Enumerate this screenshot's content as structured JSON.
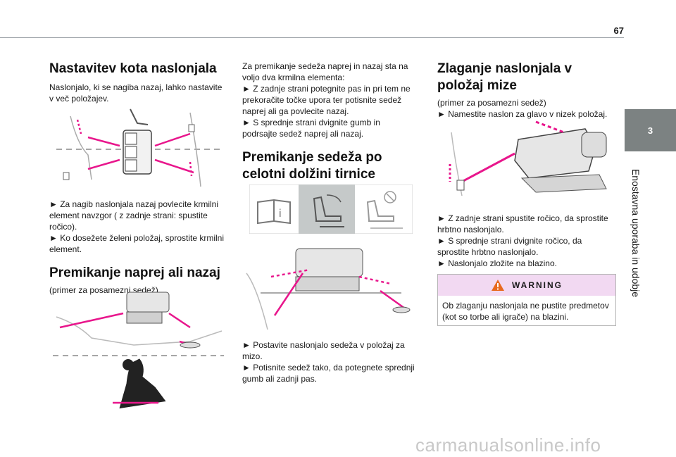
{
  "page_number": "67",
  "side_tab": {
    "number": "3",
    "label": "Enostavna uporaba in udobje"
  },
  "col1": {
    "heading1": "Nastavitev kota naslonjala",
    "intro": "Naslonjalo, ki se nagiba nazaj, lahko nastavite v več položajev.",
    "steps": [
      "► Za nagib naslonjala nazaj povlecite krmilni element navzgor ( z zadnje strani: spustite ročico).",
      "► Ko dosežete želeni položaj, sprostite krmilni element."
    ],
    "heading2": "Premikanje naprej ali nazaj",
    "note": "(primer za posamezni sedež)"
  },
  "col2": {
    "intro_lines": [
      "Za premikanje sedeža naprej in nazaj sta na voljo dva krmilna elementa:",
      "► Z zadnje strani potegnite pas in pri tem ne prekoračite točke upora ter potisnite sedež naprej ali ga povlecite nazaj.",
      "► S sprednje strani dvignite gumb in podrsajte sedež naprej ali nazaj."
    ],
    "heading": "Premikanje sedeža po celotni dolžini tirnice",
    "steps": [
      "► Postavite naslonjalo sedeža v položaj za mizo.",
      "► Potisnite sedež tako, da potegnete sprednji gumb ali zadnji pas."
    ]
  },
  "col3": {
    "heading": "Zlaganje naslonjala v položaj mize",
    "note": "(primer za posamezni sedež)",
    "step0": "► Namestite naslon za glavo v nizek položaj.",
    "steps": [
      "► Z zadnje strani spustite ročico, da sprostite hrbtno naslonjalo.",
      "► S sprednje strani dvignite ročico, da sprostite hrbtno naslonjalo.",
      "► Naslonjalo zložite na blazino."
    ],
    "warning_title": "WARNING",
    "warning_text": "Ob zlaganju naslonjala ne pustite predmetov (kot so torbe ali igrače) na blazini."
  },
  "watermark": "carmanualsonline.info",
  "colors": {
    "accent_arrow": "#e8168c",
    "side_tab": "#7c8282",
    "warning_bg": "#f2d9f2"
  },
  "icons": [
    "book-info-icon",
    "seat-recline-icon",
    "no-seat-icon",
    "warning-triangle-icon"
  ]
}
